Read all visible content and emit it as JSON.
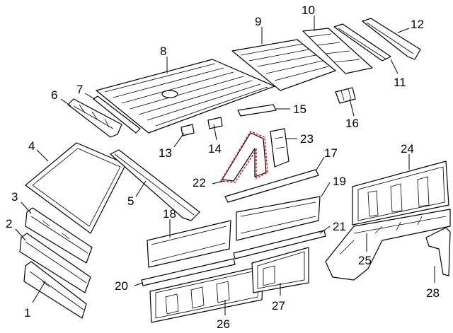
{
  "diagram": {
    "callouts": [
      {
        "id": "1",
        "text": "1"
      },
      {
        "id": "2",
        "text": "2"
      },
      {
        "id": "3",
        "text": "3"
      },
      {
        "id": "4",
        "text": "4"
      },
      {
        "id": "5",
        "text": "5"
      },
      {
        "id": "6",
        "text": "6"
      },
      {
        "id": "7",
        "text": "7"
      },
      {
        "id": "8",
        "text": "8"
      },
      {
        "id": "9",
        "text": "9"
      },
      {
        "id": "10",
        "text": "10"
      },
      {
        "id": "11",
        "text": "11"
      },
      {
        "id": "12",
        "text": "12"
      },
      {
        "id": "13",
        "text": "13"
      },
      {
        "id": "14",
        "text": "14"
      },
      {
        "id": "15",
        "text": "15"
      },
      {
        "id": "16",
        "text": "16"
      },
      {
        "id": "17",
        "text": "17"
      },
      {
        "id": "18",
        "text": "18"
      },
      {
        "id": "19",
        "text": "19"
      },
      {
        "id": "20",
        "text": "20"
      },
      {
        "id": "21",
        "text": "21"
      },
      {
        "id": "22",
        "text": "22"
      },
      {
        "id": "23",
        "text": "23"
      },
      {
        "id": "24",
        "text": "24"
      },
      {
        "id": "25",
        "text": "25"
      },
      {
        "id": "26",
        "text": "26"
      },
      {
        "id": "27",
        "text": "27"
      },
      {
        "id": "28",
        "text": "28"
      }
    ],
    "highlight_color": "#d4202a"
  }
}
